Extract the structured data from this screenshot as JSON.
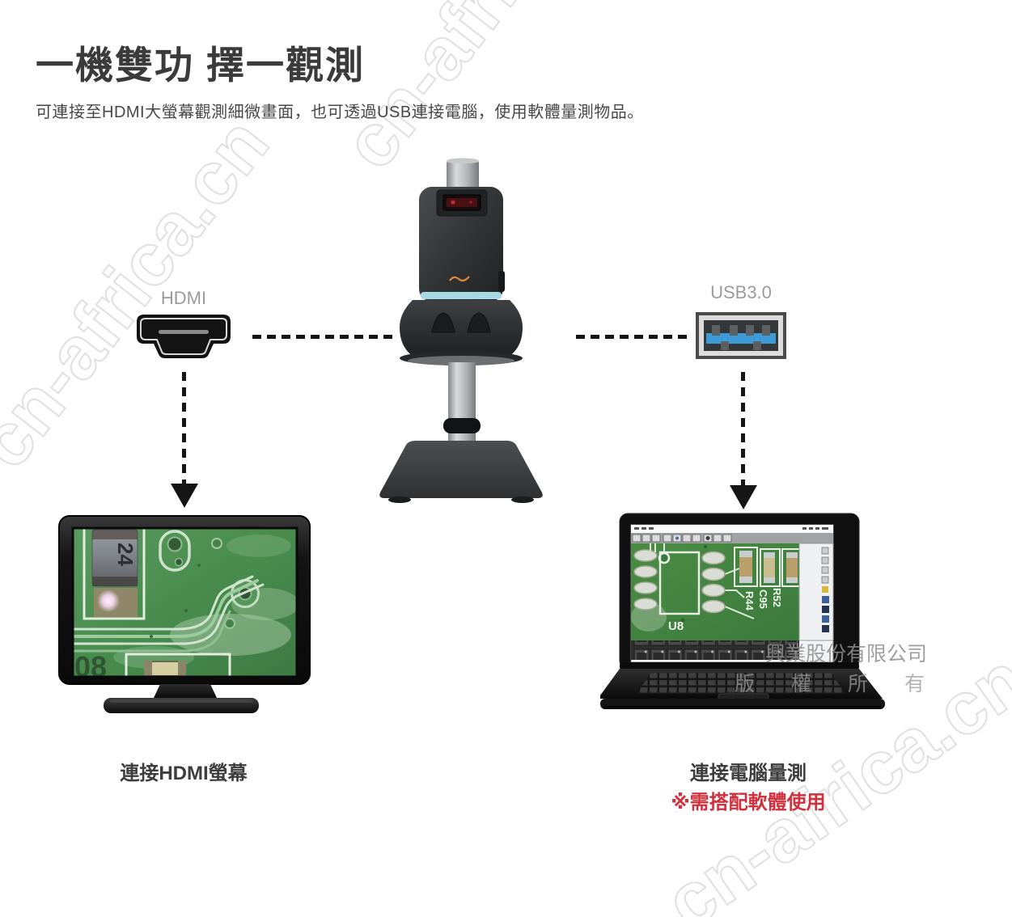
{
  "header": {
    "title": "一機雙功 擇一觀測",
    "subtitle": "可連接至HDMI大螢幕觀測細微畫面，也可透過USB連接電腦，使用軟體量測物品。"
  },
  "hdmi_branch": {
    "port_label": "HDMI",
    "caption": "連接HDMI螢幕"
  },
  "usb_branch": {
    "port_label": "USB3.0",
    "caption": "連接電腦量測",
    "note": "※需搭配軟體使用"
  },
  "monitor_screen": {
    "chip_label": "24",
    "board_label": "08"
  },
  "laptop_screen": {
    "ic_label": "U8",
    "silkscreen_labels": [
      "R44",
      "C95",
      "R52"
    ]
  },
  "watermarks": {
    "diagonal_text": "cn-africa.cn",
    "company_line": "興業股份有限公司",
    "rights_line": "版權所有"
  },
  "colors": {
    "title_grey": "#3b3b3b",
    "label_grey": "#9b9b9b",
    "note_red": "#d0303c",
    "usb_blue": "#3f9bd8",
    "pcb_green": "#47873f",
    "arrow_black": "#151515"
  }
}
